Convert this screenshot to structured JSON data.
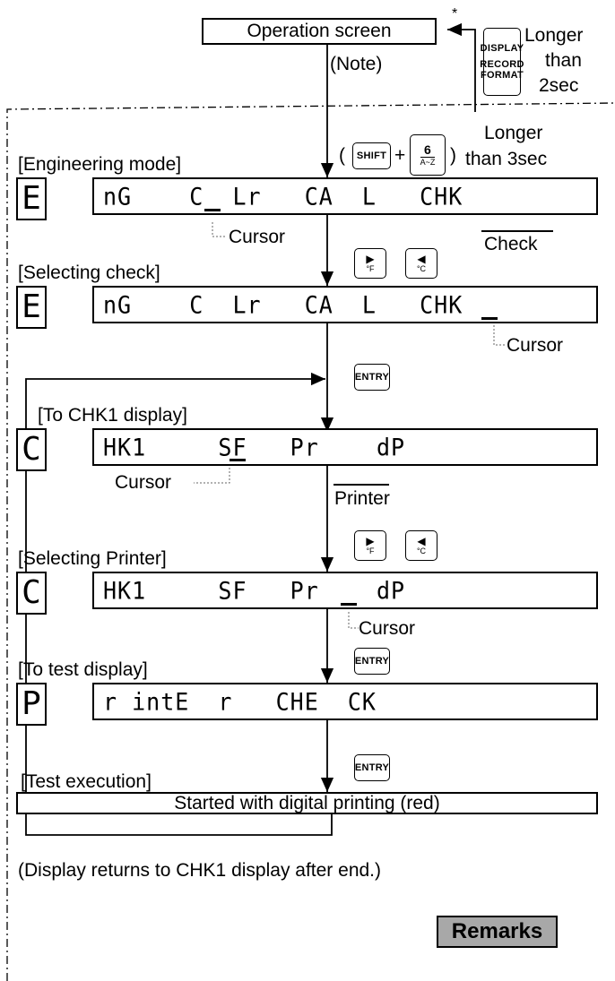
{
  "top": {
    "operation_screen": "Operation screen",
    "note": "(Note)",
    "asterisk": "*",
    "display_key": [
      "DISPLAY",
      "RECORD",
      "FORMAT"
    ],
    "longer_2sec": [
      "Longer",
      "than",
      "2sec"
    ]
  },
  "shortcut": {
    "open_paren": "(",
    "shift": "SHIFT",
    "plus": "+",
    "six_top": "6",
    "six_bottom": "A~Z",
    "close_paren": ")",
    "longer_3sec": [
      "Longer",
      "than 3sec"
    ]
  },
  "steps": {
    "engineering_mode": {
      "label": "[Engineering mode]",
      "cell": "E",
      "lcd": "nG    C  Lr   CA  L   CHK",
      "cursor": "Cursor",
      "check": "Check"
    },
    "selecting_check": {
      "label": "[Selecting check]",
      "cell": "E",
      "lcd": "nG    C  Lr   CA  L   CHK",
      "cursor": "Cursor",
      "arrow_right": "°F",
      "arrow_left": "°C"
    },
    "entry_key": "ENTRY",
    "to_chk1": {
      "label": "[To CHK1 display]",
      "cell": "C",
      "lcd": "HK1     SF   Pr    dP",
      "cursor": "Cursor",
      "printer": "Printer"
    },
    "selecting_printer": {
      "label": "[Selecting Printer]",
      "cell": "C",
      "lcd": "HK1     SF   Pr    dP",
      "cursor": "Cursor",
      "arrow_right": "°F",
      "arrow_left": "°C"
    },
    "to_test": {
      "label": "[To test display]",
      "cell": "P",
      "lcd": "r intE  r   CHE  CK"
    },
    "test_execution": {
      "label": "[Test execution]",
      "box": "Started with digital printing (red)"
    }
  },
  "footer": {
    "note": "(Display returns to CHK1 display after end.)",
    "remarks": "Remarks"
  }
}
